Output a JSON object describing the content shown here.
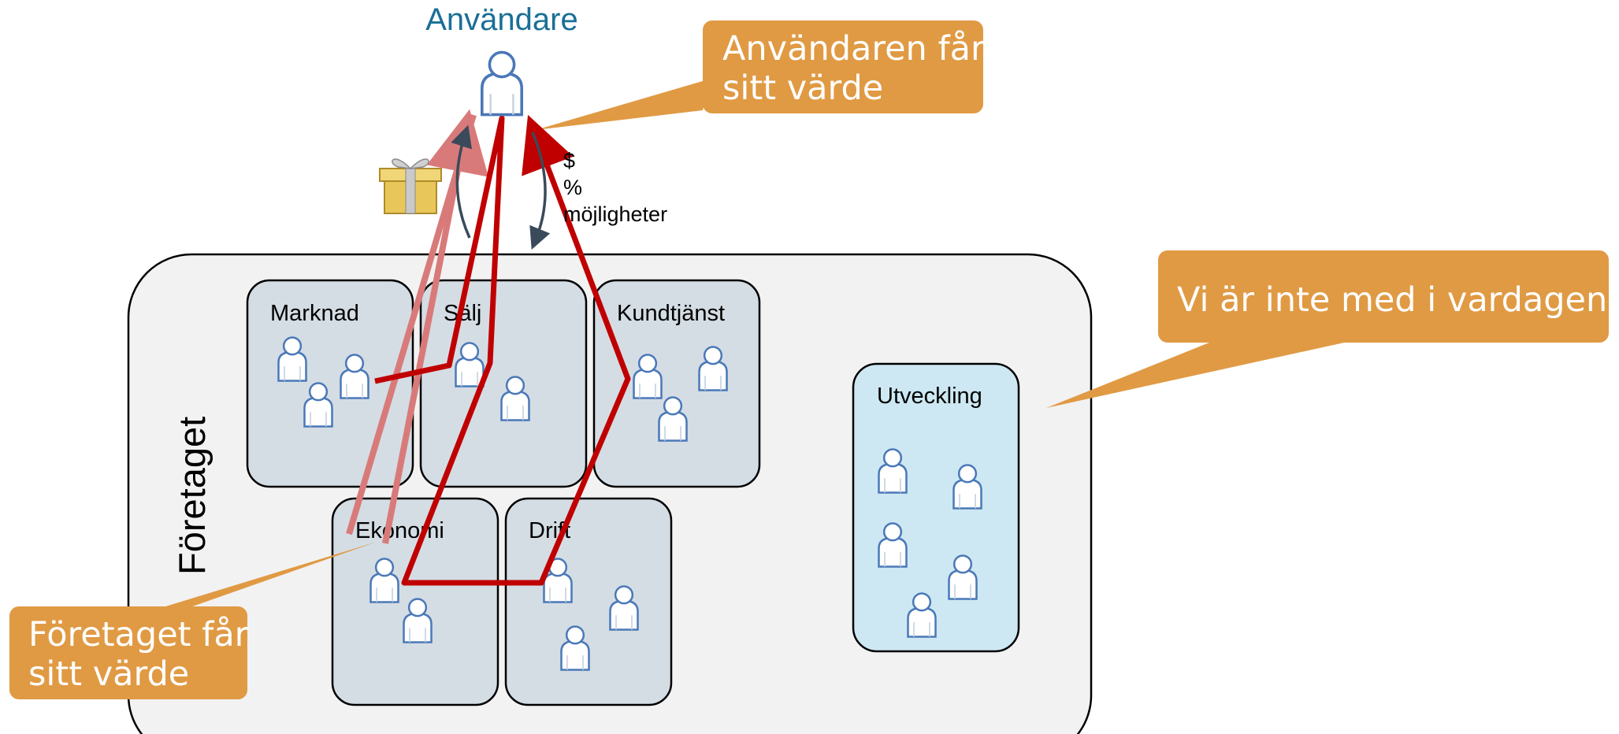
{
  "diagram": {
    "user_label": "Användare",
    "company_label": "Företaget",
    "exchange_labels": [
      "$",
      "%",
      "möjligheter"
    ],
    "departments": {
      "marknad": "Marknad",
      "salj": "Sälj",
      "kundtjanst": "Kundtjänst",
      "ekonomi": "Ekonomi",
      "drift": "Drift",
      "utveckling": "Utveckling"
    },
    "callouts": {
      "user_value": [
        "Användaren får",
        "sitt värde"
      ],
      "company_value": [
        "Företaget får",
        "sitt värde"
      ],
      "not_in_daily": "Vi är inte med i vardagen!"
    },
    "icons": {
      "person": "person-icon",
      "gift": "gift-box-icon"
    },
    "colors": {
      "accent_title": "#1a6f96",
      "callout": "#e09a44",
      "flow_line": "#c00000",
      "flow_line_faded": "#d97a7a",
      "company_bg": "#f2f2f2",
      "dept_bg": "#d4dde4",
      "dev_bg": "#cde8f2",
      "curve_arrow": "#3a4a5a"
    }
  }
}
